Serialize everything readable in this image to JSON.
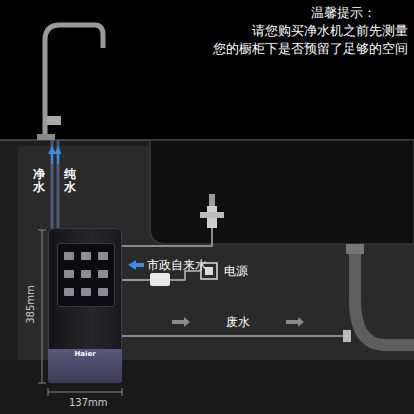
{
  "diagram": {
    "nodes": [
      {
        "text": [
          "Haier"
        ]
      },
      {
        "text": [
          "电源"
        ]
      }
    ],
    "edges": [
      {
        "from": 0,
        "to": 1,
        "arrow": "none"
      }
    ],
    "labels": [
      "温馨提示：",
      "请您购买净水机之前先测量",
      "您的橱柜下是否预留了足够的空间",
      "净水",
      "纯水",
      "市政自来水",
      "废水",
      "385mm",
      "137mm"
    ]
  }
}
